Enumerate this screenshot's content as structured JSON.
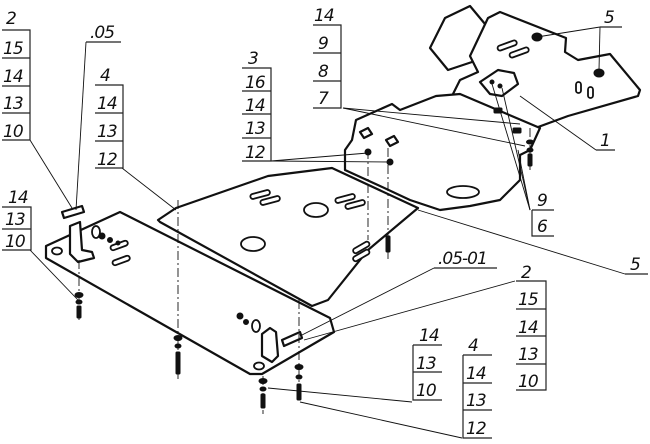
{
  "title": "Exploded assembly drawing of underbody skid plate protection",
  "callouts": {
    "top_left_stack": [
      "2",
      "15",
      "14",
      "13",
      "10"
    ],
    "code_05": ".05",
    "left_mid_stack": [
      "4",
      "14",
      "13",
      "12"
    ],
    "center_top_stack": [
      "14",
      "9",
      "8",
      "7"
    ],
    "center_left_stack": [
      "3",
      "16",
      "14",
      "13",
      "12"
    ],
    "top_right_5": "5",
    "right_1": "1",
    "right_9_6": [
      "9",
      "6"
    ],
    "right_5": "5",
    "left_low_stack": [
      "14",
      "13",
      "10"
    ],
    "code_05_01": ".05-01",
    "right_low_stack": [
      "2",
      "15",
      "14",
      "13",
      "10"
    ],
    "bottom_mid_stack": [
      "14",
      "13",
      "10"
    ],
    "bottom_right_stack": [
      "4",
      "14",
      "13",
      "12"
    ]
  }
}
